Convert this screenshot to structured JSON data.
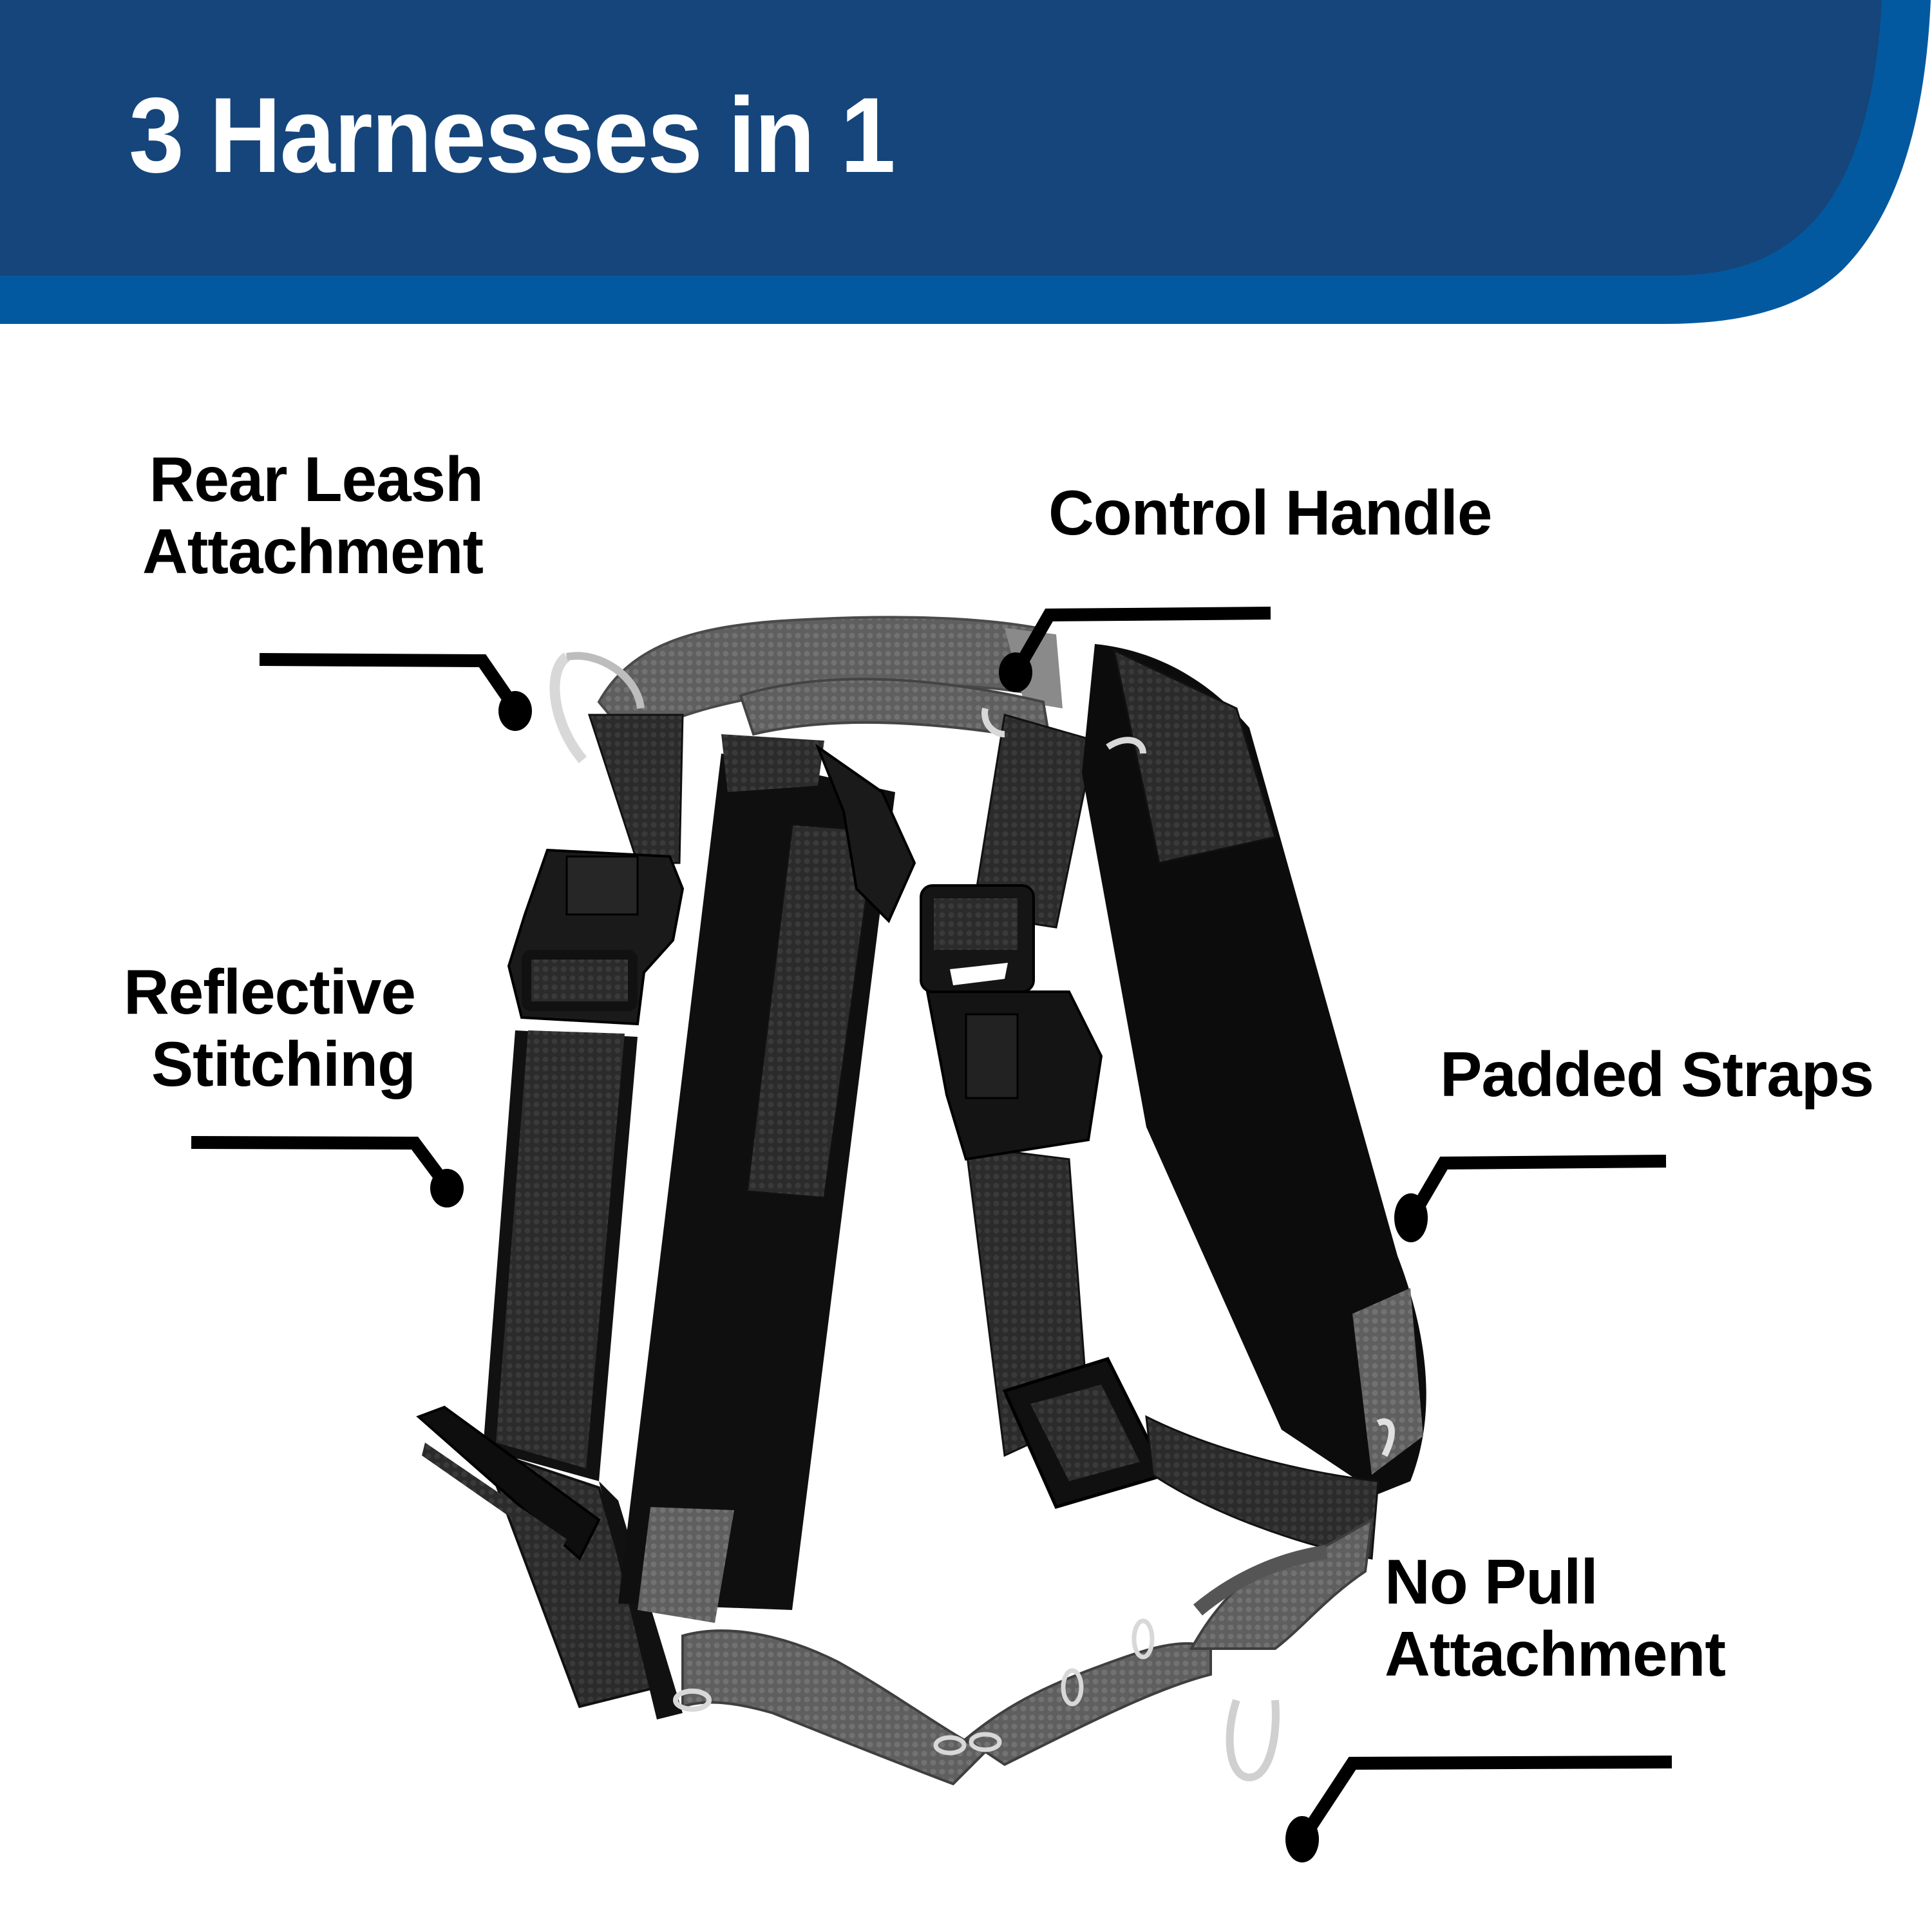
{
  "header": {
    "title": "3 Harnesses in 1",
    "colors": {
      "primary_band": "#15457A",
      "accent_band": "#03599F",
      "title_text": "#FFFFFF"
    }
  },
  "product": {
    "name": "harness",
    "colors": {
      "strap": "#2b2b2b",
      "padding": "#111111",
      "grey_strap": "#6e6e6e",
      "buckle": "#1a1a1a",
      "ring": "#d8d8d8"
    }
  },
  "callouts": [
    {
      "id": "rear-leash-attachment",
      "lines": [
        "Rear Leash",
        "Attachment"
      ]
    },
    {
      "id": "control-handle",
      "lines": [
        "Control Handle"
      ]
    },
    {
      "id": "reflective-stitching",
      "lines": [
        "Reflective",
        "Stitching"
      ]
    },
    {
      "id": "padded-straps",
      "lines": [
        "Padded Straps"
      ]
    },
    {
      "id": "no-pull-attachment",
      "lines": [
        "No Pull",
        "Attachment"
      ]
    }
  ],
  "leader_color": "#000000"
}
